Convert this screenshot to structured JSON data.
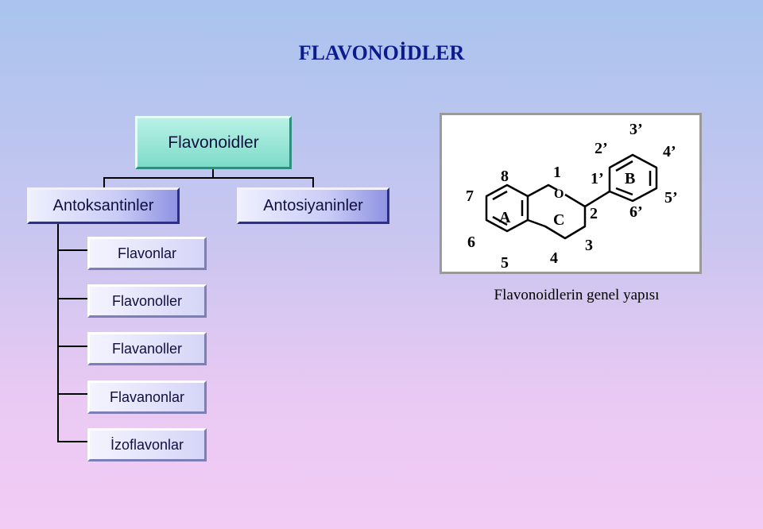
{
  "title": "FLAVONOİDLER",
  "tree": {
    "root": "Flavonoidler",
    "branches": [
      "Antoksantinler",
      "Antosiyaninler"
    ],
    "subclasses": [
      "Flavonlar",
      "Flavonoller",
      "Flavanoller",
      "Flavanonlar",
      "İzoflavonlar"
    ]
  },
  "structure": {
    "ring_labels": {
      "a": "A",
      "b": "B",
      "c": "C"
    },
    "atom_labels": {
      "o": "O",
      "n1": "1",
      "n2": "2",
      "n3": "3",
      "n4": "4",
      "n5": "5",
      "n6": "6",
      "n7": "7",
      "n8": "8",
      "p1": "1’",
      "p2": "2’",
      "p3": "3’",
      "p4": "4’",
      "p5": "5’",
      "p6": "6’"
    },
    "caption": "Flavonoidlerin genel yapısı"
  }
}
